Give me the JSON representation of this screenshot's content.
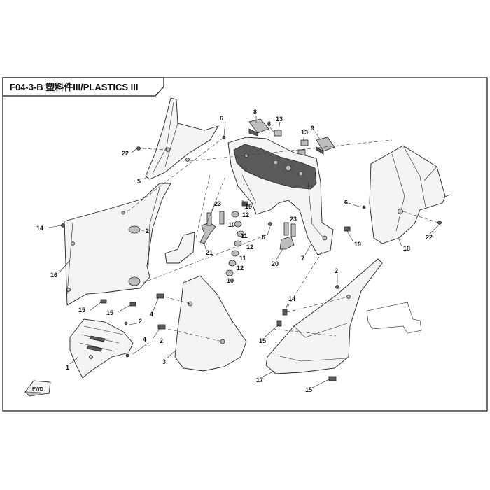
{
  "title": "F04-3-B 塑料件III/PLASTICS III",
  "fwd_label": "FWD",
  "callouts": [
    {
      "id": "c8",
      "label": "8"
    },
    {
      "id": "c6a",
      "label": "6"
    },
    {
      "id": "c13a",
      "label": "13"
    },
    {
      "id": "c6b",
      "label": "6"
    },
    {
      "id": "c13b",
      "label": "13"
    },
    {
      "id": "c9",
      "label": "9"
    },
    {
      "id": "c22a",
      "label": "22"
    },
    {
      "id": "c5",
      "label": "5"
    },
    {
      "id": "c14a",
      "label": "14"
    },
    {
      "id": "c16",
      "label": "16"
    },
    {
      "id": "c2a",
      "label": "2"
    },
    {
      "id": "c23a",
      "label": "23"
    },
    {
      "id": "c19a",
      "label": "19"
    },
    {
      "id": "c12a",
      "label": "12"
    },
    {
      "id": "c21",
      "label": "21"
    },
    {
      "id": "c10a",
      "label": "10"
    },
    {
      "id": "c11a",
      "label": "11"
    },
    {
      "id": "c12b",
      "label": "12"
    },
    {
      "id": "c11b",
      "label": "11"
    },
    {
      "id": "c12c",
      "label": "12"
    },
    {
      "id": "c10b",
      "label": "10"
    },
    {
      "id": "c6c",
      "label": "6"
    },
    {
      "id": "c23b",
      "label": "23"
    },
    {
      "id": "c20",
      "label": "20"
    },
    {
      "id": "c7",
      "label": "7"
    },
    {
      "id": "c6d",
      "label": "6"
    },
    {
      "id": "c19b",
      "label": "19"
    },
    {
      "id": "c18",
      "label": "18"
    },
    {
      "id": "c22b",
      "label": "22"
    },
    {
      "id": "c2b",
      "label": "2"
    },
    {
      "id": "c15a",
      "label": "15"
    },
    {
      "id": "c15b",
      "label": "15"
    },
    {
      "id": "c4a",
      "label": "4"
    },
    {
      "id": "c2c",
      "label": "2"
    },
    {
      "id": "c4b",
      "label": "4"
    },
    {
      "id": "c2d",
      "label": "2"
    },
    {
      "id": "c1",
      "label": "1"
    },
    {
      "id": "c3",
      "label": "3"
    },
    {
      "id": "c14b",
      "label": "14"
    },
    {
      "id": "c15c",
      "label": "15"
    },
    {
      "id": "c17",
      "label": "17"
    },
    {
      "id": "c15d",
      "label": "15"
    }
  ]
}
